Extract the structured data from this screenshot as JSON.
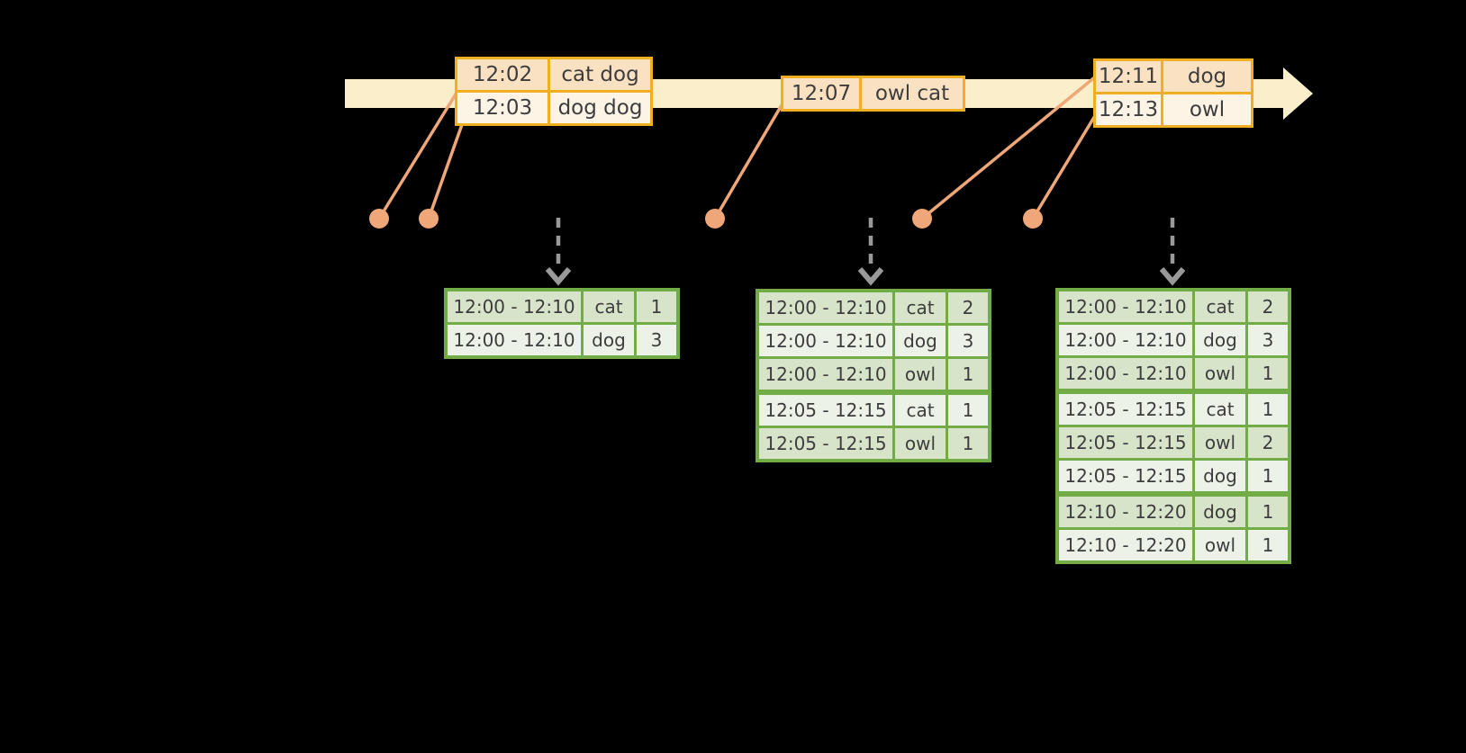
{
  "colors": {
    "background": "#000000",
    "timeline_fill": "#FBEECB",
    "event_border": "#F0AF22",
    "event_row_dark": "#FAE1C2",
    "event_row_light": "#FDF4E6",
    "connector": "#EFA679",
    "result_border": "#72AC47",
    "result_row_dark": "#D7E4CA",
    "result_row_light": "#EDF2E8",
    "arrow_gray": "#999999",
    "text": "#3D3D3D"
  },
  "event_tables": [
    {
      "rows": [
        {
          "time": "12:02",
          "words": "cat dog"
        },
        {
          "time": "12:03",
          "words": "dog dog"
        }
      ]
    },
    {
      "rows": [
        {
          "time": "12:07",
          "words": "owl cat"
        }
      ]
    },
    {
      "rows": [
        {
          "time": "12:11",
          "words": "dog"
        },
        {
          "time": "12:13",
          "words": "owl"
        }
      ]
    }
  ],
  "result_tables": [
    {
      "groups": [
        {
          "rows": [
            {
              "window": "12:00 - 12:10",
              "word": "cat",
              "count": "1"
            },
            {
              "window": "12:00 - 12:10",
              "word": "dog",
              "count": "3"
            }
          ]
        }
      ]
    },
    {
      "groups": [
        {
          "rows": [
            {
              "window": "12:00 - 12:10",
              "word": "cat",
              "count": "2"
            },
            {
              "window": "12:00 - 12:10",
              "word": "dog",
              "count": "3"
            },
            {
              "window": "12:00 - 12:10",
              "word": "owl",
              "count": "1"
            }
          ]
        },
        {
          "rows": [
            {
              "window": "12:05 - 12:15",
              "word": "cat",
              "count": "1"
            },
            {
              "window": "12:05 - 12:15",
              "word": "owl",
              "count": "1"
            }
          ]
        }
      ]
    },
    {
      "groups": [
        {
          "rows": [
            {
              "window": "12:00 - 12:10",
              "word": "cat",
              "count": "2"
            },
            {
              "window": "12:00 - 12:10",
              "word": "dog",
              "count": "3"
            },
            {
              "window": "12:00 - 12:10",
              "word": "owl",
              "count": "1"
            }
          ]
        },
        {
          "rows": [
            {
              "window": "12:05 - 12:15",
              "word": "cat",
              "count": "1"
            },
            {
              "window": "12:05 - 12:15",
              "word": "owl",
              "count": "2"
            },
            {
              "window": "12:05 - 12:15",
              "word": "dog",
              "count": "1"
            }
          ]
        },
        {
          "rows": [
            {
              "window": "12:10 - 12:20",
              "word": "dog",
              "count": "1"
            },
            {
              "window": "12:10 - 12:20",
              "word": "owl",
              "count": "1"
            }
          ]
        }
      ]
    }
  ]
}
